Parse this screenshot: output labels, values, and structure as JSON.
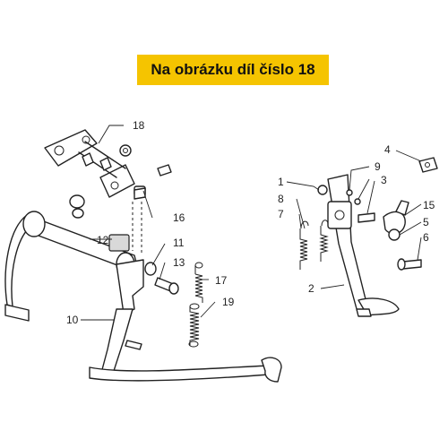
{
  "banner": {
    "text": "Na obrázku díl číslo 18",
    "color": "#f5c400"
  },
  "callouts": [
    "1",
    "2",
    "3",
    "4",
    "5",
    "6",
    "7",
    "8",
    "9",
    "10",
    "11",
    "12",
    "13",
    "15",
    "16",
    "17",
    "18",
    "19"
  ]
}
